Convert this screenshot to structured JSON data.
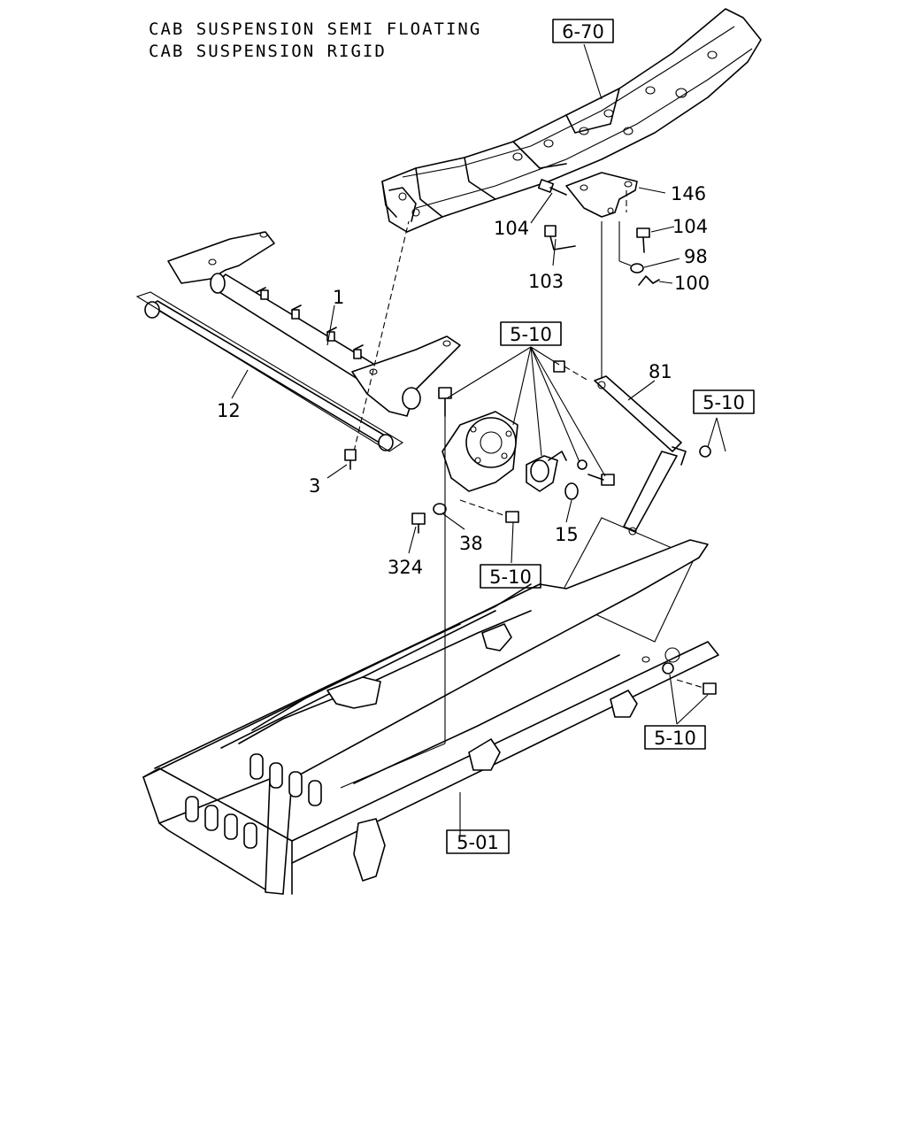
{
  "titles": [
    "CAB SUSPENSION SEMI FLOATING",
    "CAB SUSPENSION RIGID"
  ],
  "refs": {
    "r670": "6-70",
    "r510a": "5-10",
    "r510b": "5-10",
    "r510c": "5-10",
    "r510d": "5-10",
    "r501": "5-01"
  },
  "parts": {
    "p146": "146",
    "p104a": "104",
    "p104b": "104",
    "p98": "98",
    "p100": "100",
    "p103": "103",
    "p1": "1",
    "p12": "12",
    "p81": "81",
    "p3": "3",
    "p15": "15",
    "p38": "38",
    "p324": "324"
  }
}
